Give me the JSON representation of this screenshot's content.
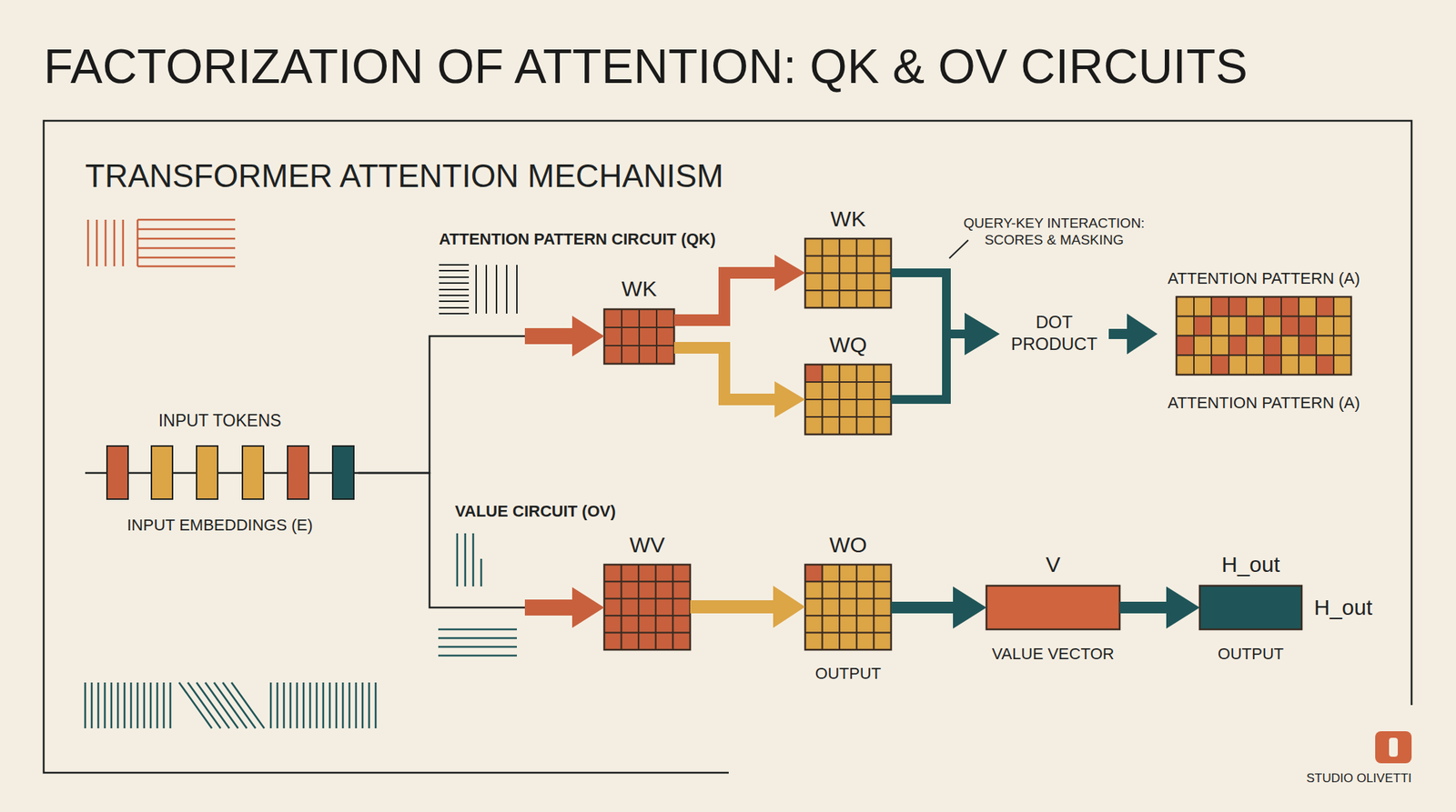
{
  "diagram": {
    "title": "FACTORIZATION OF ATTENTION: QK & OV CIRCUITS",
    "nodes": [
      {
        "text": [
          "INPUT TOKENS",
          "INPUT EMBEDDINGS (E)"
        ]
      },
      {
        "text": [
          "WK"
        ]
      },
      {
        "text": [
          "WK"
        ]
      },
      {
        "text": [
          "WQ"
        ]
      },
      {
        "text": [
          "DOT PRODUCT"
        ]
      },
      {
        "text": [
          "ATTENTION PATTERN (A)",
          "ATTENTION PATTERN (A)"
        ]
      },
      {
        "text": [
          "WV"
        ]
      },
      {
        "text": [
          "WO",
          "OUTPUT"
        ]
      },
      {
        "text": [
          "V",
          "VALUE VECTOR"
        ]
      },
      {
        "text": [
          "H_out",
          "H_out",
          "OUTPUT"
        ]
      }
    ],
    "edges": [
      {
        "from": 0,
        "to": 1,
        "arrow": "to"
      },
      {
        "from": 0,
        "to": 6,
        "arrow": "to"
      },
      {
        "from": 1,
        "to": 2,
        "arrow": "to"
      },
      {
        "from": 1,
        "to": 3,
        "arrow": "to"
      },
      {
        "from": 2,
        "to": 4,
        "arrow": "to"
      },
      {
        "from": 3,
        "to": 4,
        "arrow": "to"
      },
      {
        "from": 4,
        "to": 5,
        "arrow": "to"
      },
      {
        "from": 6,
        "to": 7,
        "arrow": "to"
      },
      {
        "from": 7,
        "to": 8,
        "arrow": "to"
      },
      {
        "from": 8,
        "to": 9,
        "arrow": "to"
      }
    ],
    "labels": [
      "TRANSFORMER ATTENTION MECHANISM",
      "ATTENTION PATTERN CIRCUIT (QK)",
      "QUERY-KEY INTERACTION: SCORES & MASKING",
      "VALUE CIRCUIT (OV)",
      "STUDIO OLIVETTI"
    ]
  }
}
